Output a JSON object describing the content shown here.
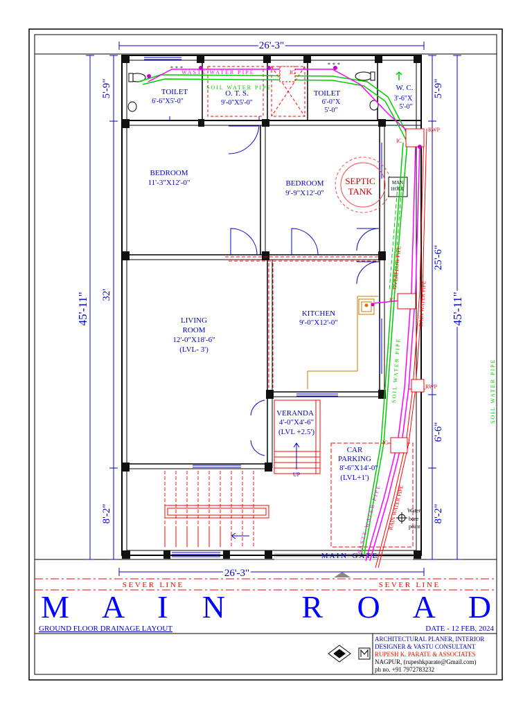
{
  "dims": {
    "top_width": "26'-3\"",
    "bottom_width": "26'-3\"",
    "left_total": "45'-11\"",
    "left_mid": "32'",
    "left_top": "5'-9\"",
    "left_bottom": "8'-2\"",
    "right_total": "45'-11\"",
    "right_top": "5'-9\"",
    "right_mid": "25'-6\"",
    "right_lower": "6'-6\"",
    "right_bottom": "8'-2\""
  },
  "rooms": {
    "toilet1": {
      "name": "TOILET",
      "size": "6'-6\"X5'-0\""
    },
    "ots": {
      "name": "O. T. S.",
      "size": "9'-0\"X5'-0\""
    },
    "toilet2": {
      "name": "TOILET",
      "size1": "6'-0\"X",
      "size2": "5'-0\""
    },
    "wc": {
      "name": "W. C.",
      "size1": "3'-6\"X",
      "size2": "5'-0\""
    },
    "bedroom1": {
      "name": "BEDROOM",
      "size": "11'-3\"X12'-0\""
    },
    "bedroom2": {
      "name": "BEDROOM",
      "size": "9'-9\"X12'-0\""
    },
    "living": {
      "name1": "LIVING",
      "name2": "ROOM",
      "size": "12'-0\"X18'-6\"",
      "level": "(LVL- 3')"
    },
    "kitchen": {
      "name": "KITCHEN",
      "size": "9'-0\"X12'-0\""
    },
    "veranda": {
      "name": "VERANDA",
      "size": "4'-0\"X4'-6\"",
      "level": "(LVL +2.5')"
    },
    "parking": {
      "name1": "CAR",
      "name2": "PARKING",
      "size": "8'-6\"X14'-0\"",
      "level": "(LVL+1')"
    }
  },
  "labels": {
    "septic1": "SEPTIC",
    "septic2": "TANK",
    "manhole1": "MAN",
    "manhole2": "HOLE",
    "waste_water_pipe": "WASTE WATER PIPE",
    "soil_water_pipe": "SOIL WATER PIPE",
    "overflow_pipe": "OVERFLOW PIPE",
    "rain_water_pipe": "RAIN WATER PIPE",
    "ic": "IC",
    "rwp": "RWP",
    "up": "UP",
    "water1": "Water",
    "water2": "bore",
    "water3": "point.",
    "main_gate": "M A I N   G A T E",
    "sever_line": "S E V E R   L I N E",
    "main_road": "M A I N   R O A D"
  },
  "footer": {
    "layout_title": "GROUND FLOOR DRAINAGE LAYOUT",
    "date": "DATE - 12 FEB, 2024",
    "firm_line1": "ARCHITECTURAL PLANER, INTERIOR",
    "firm_line2": "DESIGNER & VASTU CONSULTANT",
    "firm_name": "RUPESH K. PARATE & ASSOCIATES",
    "address": "NAGPUR, (rupeshkparate@Gmail.com)",
    "phone": "ph no.  +91 7972783232"
  },
  "colors": {
    "wall": "#000000",
    "dimension": "#0000cc",
    "waste_pipe": "#ff00ff",
    "soil_pipe": "#00cc00",
    "drainage": "#ff0000",
    "title_blue": "#0000ff"
  }
}
